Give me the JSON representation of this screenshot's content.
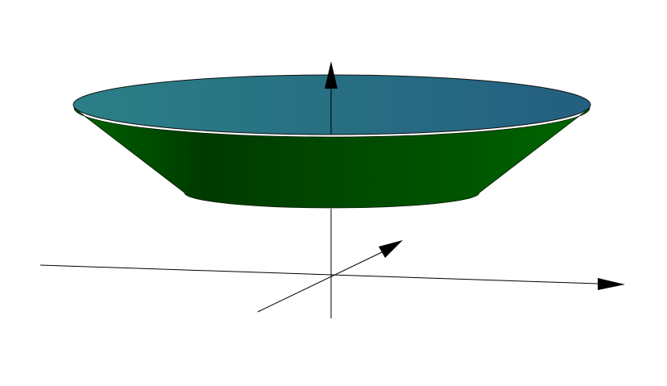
{
  "diagram": {
    "kind": "3d-frustum-surface-with-axes",
    "colors": {
      "background": "#ffffff",
      "top_face_left": "#2b7f86",
      "top_face_right": "#245f80",
      "side_dark": "#003a00",
      "side_mid": "#005200",
      "side_light": "#006500",
      "axis": "#000000"
    },
    "axes": [
      {
        "name": "z-axis",
        "arrow": true
      },
      {
        "name": "x-axis",
        "arrow": true
      },
      {
        "name": "y-axis",
        "arrow": true
      }
    ]
  }
}
